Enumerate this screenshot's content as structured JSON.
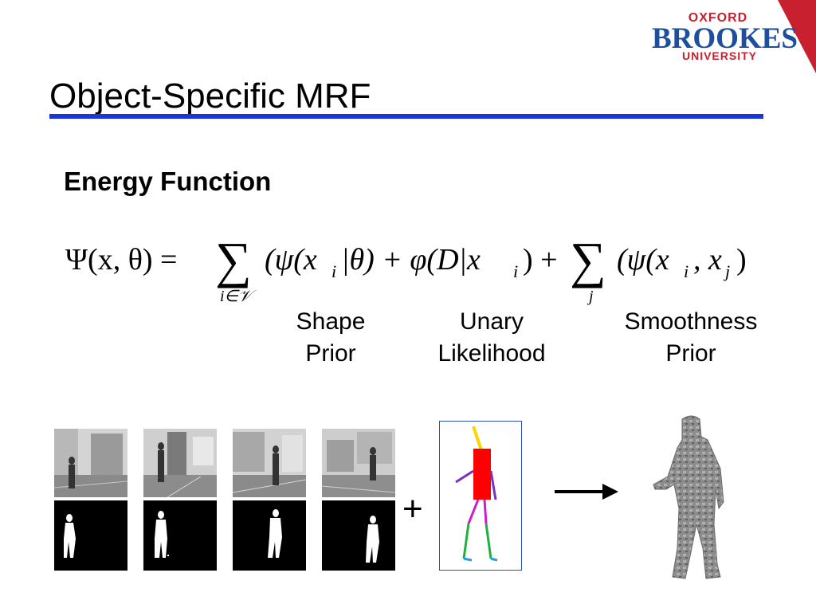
{
  "slide": {
    "title": "Object-Specific MRF",
    "subtitle": "Energy Function"
  },
  "logo": {
    "line1": "OXFORD",
    "line2": "BROOKES",
    "line3": "UNIVERSITY"
  },
  "equation": {
    "lhs": "Ψ(x, θ) =",
    "sum1_index": "i∈𝒱",
    "term1": "(ψ(x",
    "term1_sub": "i",
    "term1_rest": "|θ) + φ(D|x",
    "term2_sub": "i",
    "term2_rest": ") +",
    "sum2_index": "j",
    "term3": "(ψ(x",
    "term3_sub_i": "i",
    "term3_mid": ", x",
    "term3_sub_j": "j",
    "term3_end": ")"
  },
  "labels": {
    "shape_prior": [
      "Shape",
      "Prior"
    ],
    "unary_likelihood": [
      "Unary",
      "Likelihood"
    ],
    "smoothness_prior": [
      "Smoothness",
      "Prior"
    ]
  },
  "figure": {
    "plus_sign": "+"
  },
  "colors": {
    "title_rule": "#1a36d8",
    "logo_red": "#c8202f",
    "logo_blue": "#1e4f9c",
    "skeleton_torso": "#ff0000"
  }
}
